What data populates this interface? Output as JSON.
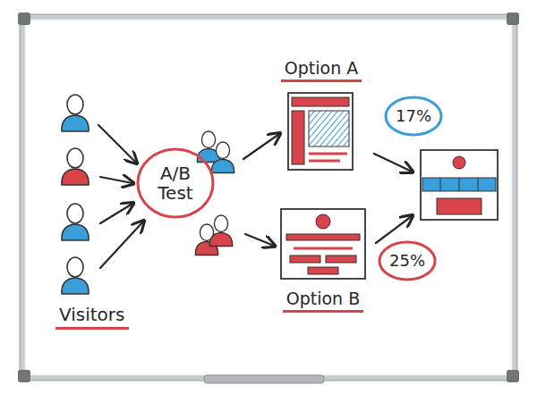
{
  "diagram": {
    "nodes": [
      {
        "text": [
          "A/B Test"
        ]
      },
      {
        "text": [
          "Option A"
        ]
      },
      {
        "text": [
          "17%"
        ]
      },
      {
        "text": [
          "Option B"
        ]
      },
      {
        "text": [
          "25%"
        ]
      }
    ],
    "labels": [
      "Visitors"
    ]
  }
}
